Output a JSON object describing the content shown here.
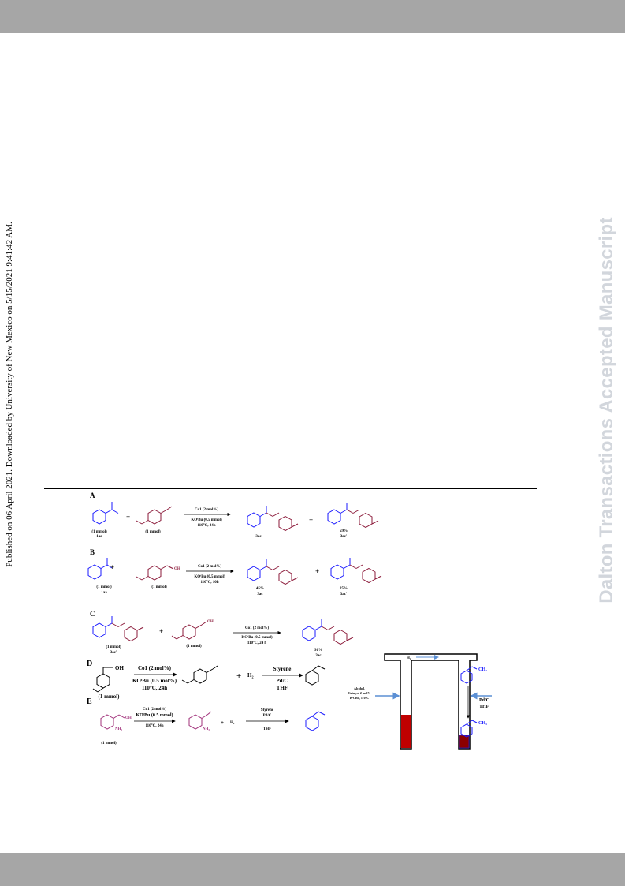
{
  "watermark": "Dalton Transactions Accepted Manuscript",
  "side_note": "Published on 06 April 2021. Downloaded by University of New Mexico on 5/15/2021 9:41:42 AM.",
  "colors": {
    "band": "#a6a6a6",
    "blue": "#1a1aff",
    "maroon": "#8b1a3a",
    "purple": "#a0307a",
    "red_fill": "#c00000",
    "arrow_blue": "#5b8fd4"
  },
  "scheme": {
    "A": {
      "label": "A",
      "r1_amount": "(1 mmol)",
      "r1_code": "1aa",
      "plus": "+",
      "r2_amount": "(1 mmol)",
      "cond1": "Co1 (2 mol%)",
      "cond2": "KOᵗBu (0.5 mmol)",
      "cond3": "110°C, 24h",
      "p1_code": "3ac",
      "p2_yield": "59%",
      "p2_code": "3ac'"
    },
    "B": {
      "label": "B",
      "r1_amount": "(1 mmol)",
      "r1_code": "1aa",
      "plus": "+",
      "r2_amount": "(1 mmol)",
      "cond1": "Co1 (2 mol%)",
      "cond2": "KOᵗBu (0.5 mmol)",
      "cond3": "110°C, 10h",
      "p1_yield": "45%",
      "p1_code": "3ac",
      "p2_yield": "25%",
      "p2_code": "3ac'"
    },
    "C": {
      "label": "C",
      "r1_amount": "(1 mmol)",
      "r1_code": "3ac'",
      "plus": "+",
      "r2_amount": "(1 mmol)",
      "cond1": "Co1 (2 mol%)",
      "cond2": "KOᵗBu (0.5 mmol)",
      "cond3": "110°C, 24 h",
      "p1_yield": "91%",
      "p1_code": "3ac"
    },
    "D": {
      "label": "D",
      "r1_amount": "(1 mmol)",
      "oh": "OH",
      "cond1": "Co1 (2 mol%)",
      "cond2": "KOᵗBu (0.5 mol%)",
      "cond3": "110°C, 24h",
      "plus": "+",
      "h2": "H₂",
      "styrene": "Styrene",
      "pdc": "Pd/C",
      "thf": "THF"
    },
    "E": {
      "label": "E",
      "r1_amount": "(1 mmol)",
      "oh": "OH",
      "nh2": "NH₂",
      "cond1": "Co1 (2 mol%)",
      "cond2": "KOᵗBu (0.5 mmol)",
      "cond3": "110°C, 24h",
      "plus": "+",
      "h2": "H₂",
      "styrene": "Styrene",
      "pdc": "Pd/C",
      "thf": "THF",
      "product_nh2": "NH₂"
    },
    "apparatus": {
      "h2_label": "H₂",
      "left_note1": "Alcohol,",
      "left_note2": "Catalyst 2 mol%",
      "left_note3": "KᵗOBu, 110°C",
      "pdc": "Pd/C",
      "thf": "THF",
      "ch2": "CH₂",
      "ch3": "CH₃"
    }
  }
}
